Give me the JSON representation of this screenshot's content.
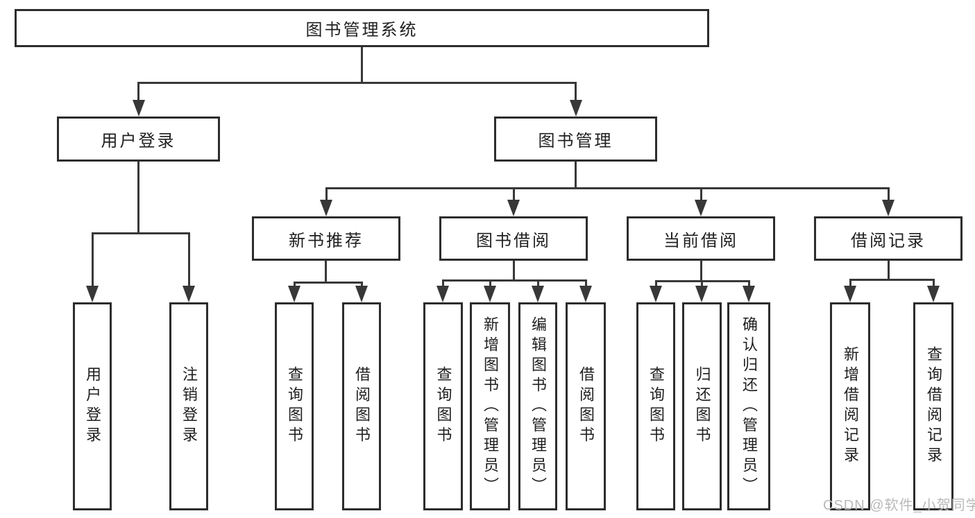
{
  "tree": {
    "root": "图书管理系统",
    "branches": [
      {
        "label": "用户登录",
        "children": [
          "用户登录",
          "注销登录"
        ]
      },
      {
        "label": "图书管理",
        "groups": [
          {
            "label": "新书推荐",
            "children": [
              "查询图书",
              "借阅图书"
            ]
          },
          {
            "label": "图书借阅",
            "children": [
              "查询图书",
              "新增图书（管理员）",
              "编辑图书（管理员）",
              "借阅图书"
            ]
          },
          {
            "label": "当前借阅",
            "children": [
              "查询图书",
              "归还图书",
              "确认归还（管理员）"
            ]
          },
          {
            "label": "借阅记录",
            "children": [
              "新增借阅记录",
              "查询借阅记录"
            ]
          }
        ]
      }
    ]
  },
  "watermark": {
    "text": "CSDN @软件_小贺同学"
  },
  "colors": {
    "line": "#383838",
    "border": "#2d2d2d",
    "text": "#1f1f1f",
    "watermark": "#b9b9b9",
    "background": "#ffffff"
  }
}
